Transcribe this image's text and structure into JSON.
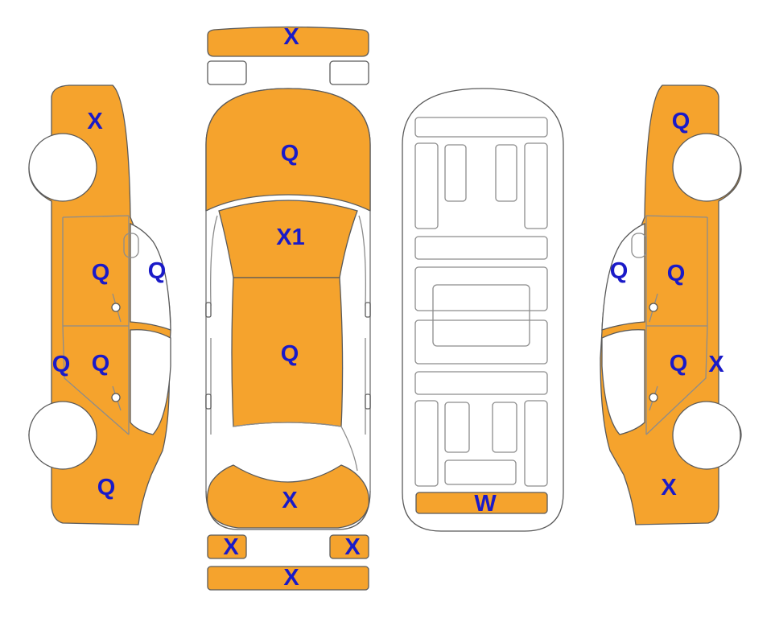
{
  "colors": {
    "damaged_fill": "#F5A32D",
    "clean_fill": "#FFFFFF",
    "outline": "#5A5A5A",
    "label_text": "#1A1AC8"
  },
  "labels": {
    "front_bumper": "X",
    "left_front_fender": "X",
    "left_front_door": "Q",
    "left_a_pillar_glass": "Q",
    "left_rear_door": "Q",
    "left_rocker": "Q",
    "left_rear_quarter": "Q",
    "hood": "Q",
    "roof_front": "X1",
    "roof_main": "Q",
    "trunk_lid": "X",
    "left_taillight": "X",
    "right_taillight": "X",
    "rear_bumper": "X",
    "floor_rear_panel": "W",
    "right_front_fender": "Q",
    "right_a_pillar_glass": "Q",
    "right_front_door": "Q",
    "right_rear_door": "Q",
    "right_rocker": "X",
    "right_rear_quarter": "X"
  }
}
